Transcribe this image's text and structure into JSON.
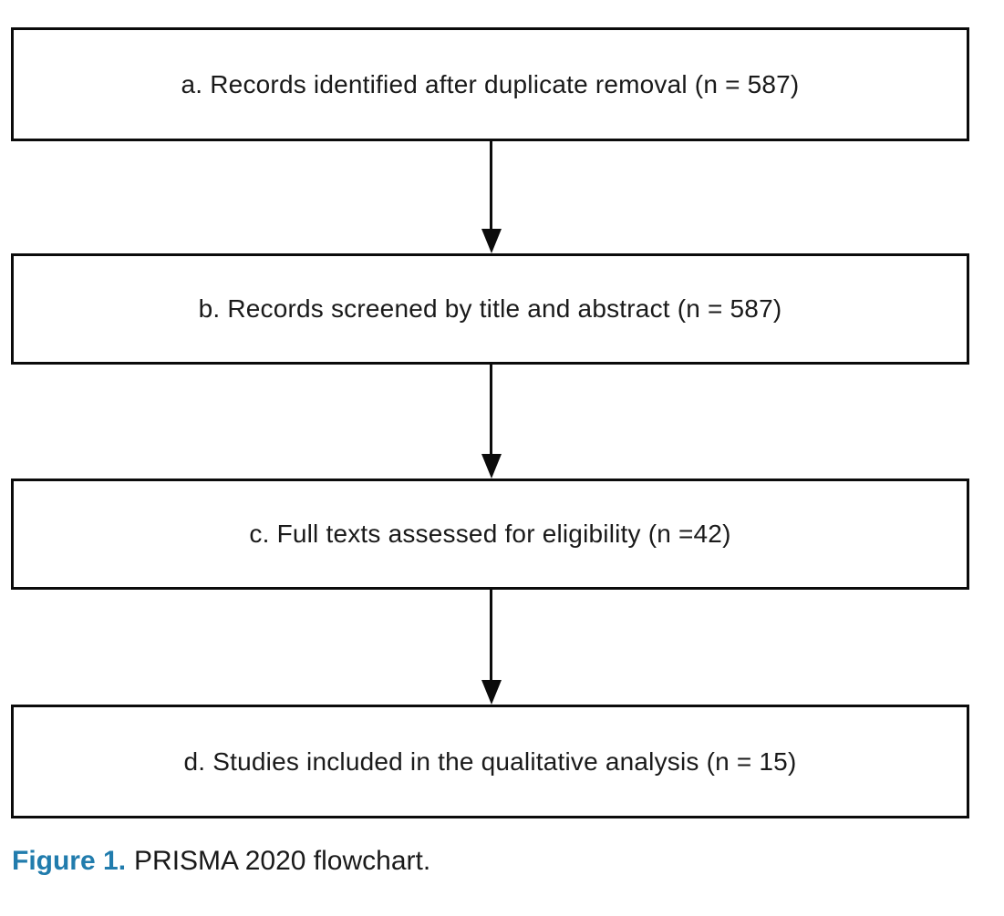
{
  "flowchart": {
    "boxes": [
      {
        "id": "a",
        "label": "a. Records identified after duplicate removal (n = 587)"
      },
      {
        "id": "b",
        "label": "b. Records screened by title and abstract (n = 587)"
      },
      {
        "id": "c",
        "label": "c. Full texts assessed for eligibility (n =42)"
      },
      {
        "id": "d",
        "label": "d. Studies included in the qualitative analysis (n = 15)"
      }
    ],
    "arrows": [
      {
        "from": "a",
        "to": "b"
      },
      {
        "from": "b",
        "to": "c"
      },
      {
        "from": "c",
        "to": "d"
      }
    ]
  },
  "caption": {
    "label": "Figure 1.",
    "text": "PRISMA 2020 flowchart."
  },
  "colors": {
    "caption_accent": "#217cad",
    "box_border": "#0b0b0b",
    "background": "#ffffff"
  }
}
